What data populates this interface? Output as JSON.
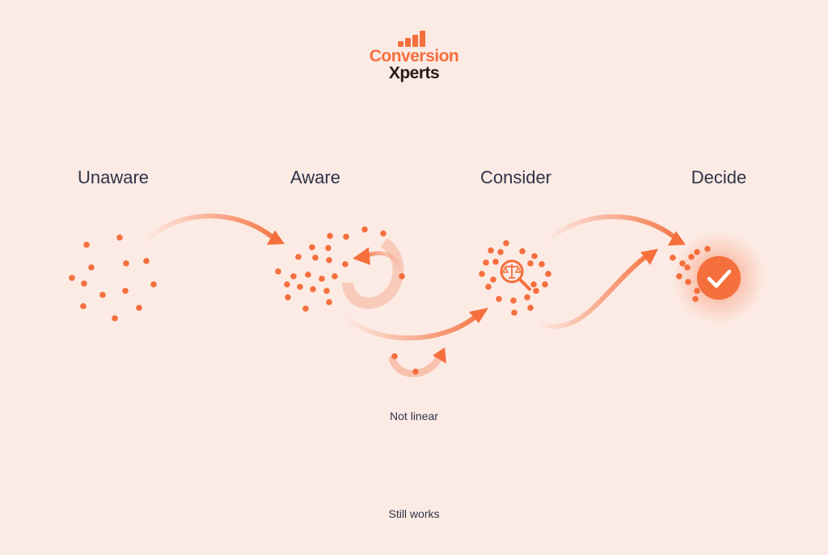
{
  "logo": {
    "line1": "Conversion",
    "line2": "Xperts"
  },
  "stages": [
    {
      "label": "Unaware"
    },
    {
      "label": "Aware"
    },
    {
      "label": "Consider"
    },
    {
      "label": "Decide"
    }
  ],
  "captions": {
    "not_linear": "Not linear",
    "still_works": "Still works"
  },
  "colors": {
    "accent": "#f56f3d",
    "text": "#2f3348",
    "background": "#fcebe5"
  },
  "icons": [
    "scale-magnifier-icon",
    "checkmark-circle-icon"
  ]
}
